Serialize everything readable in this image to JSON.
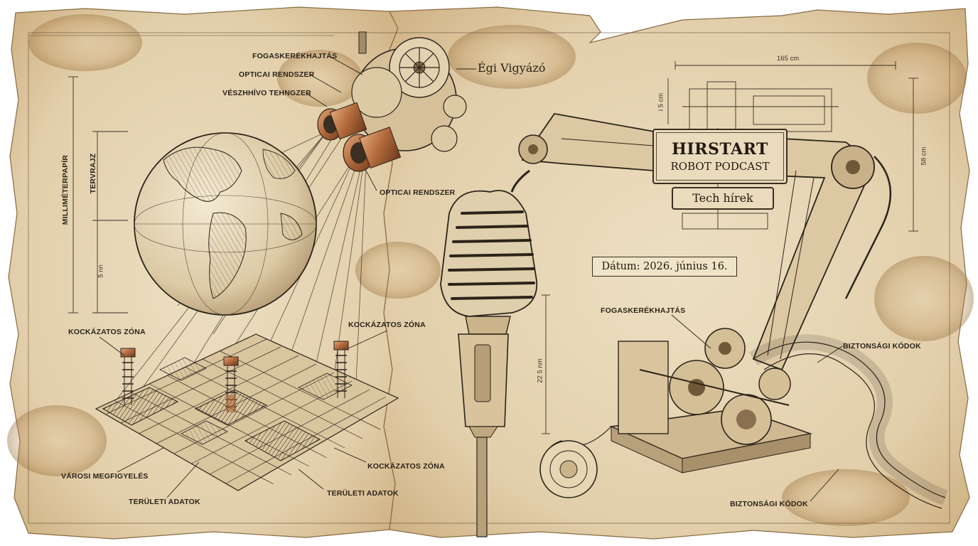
{
  "title_plate": {
    "title": "HIRSTART",
    "subtitle": "ROBOT PODCAST"
  },
  "tag_plate": "Tech hírek",
  "date_text": "Dátum: 2026. június 16.",
  "robot_name": "Égi Vigyázó",
  "labels": {
    "gear_drive_top": "FOGASKERÉKHAJTÁS",
    "optical_system_top": "OPTICAI RENDSZER",
    "emergency_system": "VÉSZHHÍVO TEHNGZER",
    "optical_system_bottom": "OPTICAI RENDSZER",
    "risk_zone_left": "KOCKÁZATOS ZÓNA",
    "risk_zone_center": "KOCKÁZATOS ZÓNA",
    "risk_zone_bottom": "KOCKÁZATOS ZÓNA",
    "urban_monitoring": "VÁROSI MEGFIGYELÉS",
    "area_data_left": "TERÜLETI ADATOK",
    "area_data_right": "TERÜLETI ADATOK",
    "gear_drive_right": "FOGASKERÉKHAJTÁS",
    "security_codes_top": "BIZTONSÁGI KÓDOK",
    "security_codes_bottom": "BIZTONSÁGI KÓDOK"
  },
  "side_labels": {
    "graph_paper": "MILLIMÉTERPAPÍR",
    "blueprint": "TERVRAJZ"
  },
  "dimensions": {
    "width_top": "165 cm",
    "height_small": "i 5 cm",
    "height_right": "58 cm",
    "height_left": "5 nn",
    "height_base": "22 5 nm"
  },
  "colors": {
    "paper": "#e4d2ad",
    "ink": "#2c241a",
    "copper": "#b06a3c",
    "stain": "#b8915a"
  }
}
